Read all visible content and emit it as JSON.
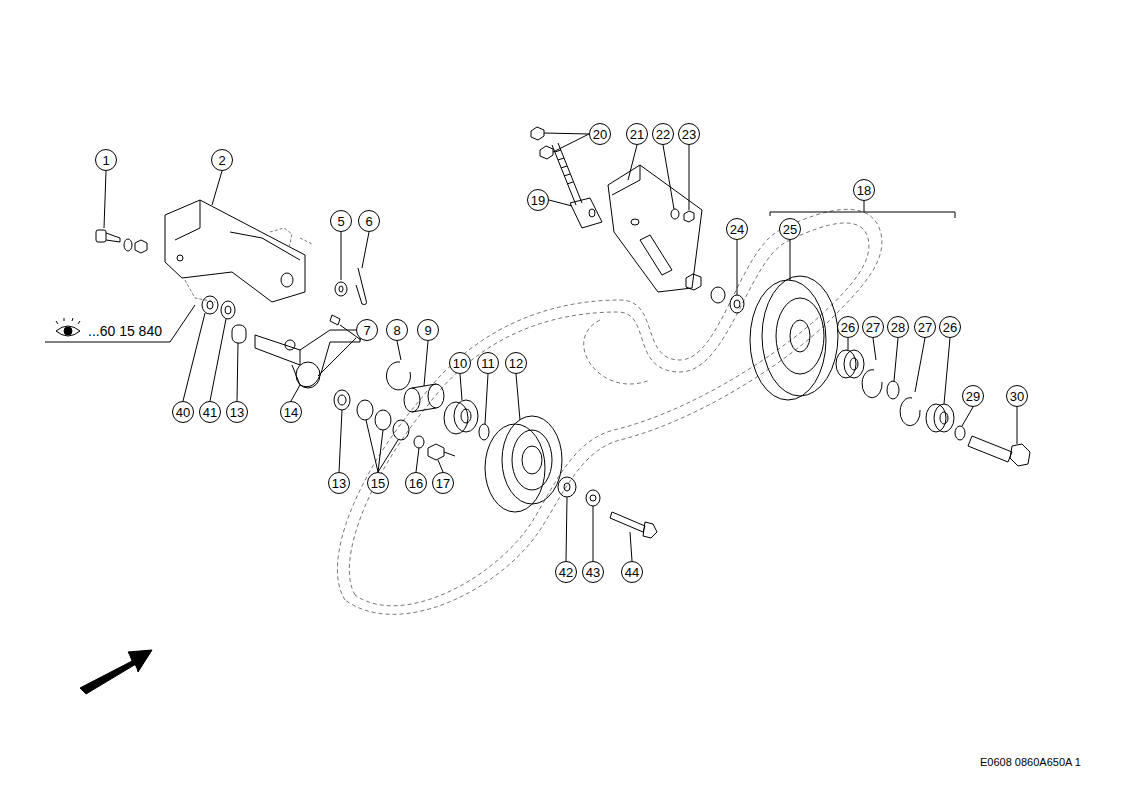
{
  "diagram": {
    "nodes": [
      {
        "text": [
          "20"
        ]
      },
      {
        "text": [
          "21"
        ]
      },
      {
        "text": [
          "22"
        ]
      },
      {
        "text": [
          "23"
        ]
      },
      {
        "text": [
          "1"
        ]
      },
      {
        "text": [
          "2"
        ]
      },
      {
        "text": [
          "18"
        ]
      },
      {
        "text": [
          "19"
        ]
      },
      {
        "text": [
          "5"
        ]
      },
      {
        "text": [
          "6"
        ]
      },
      {
        "text": [
          "24"
        ]
      },
      {
        "text": [
          "25"
        ]
      },
      {
        "text": [
          "26"
        ]
      },
      {
        "text": [
          "27"
        ]
      },
      {
        "text": [
          "28"
        ]
      },
      {
        "text": [
          "27"
        ]
      },
      {
        "text": [
          "26"
        ]
      },
      {
        "text": [
          "7"
        ]
      },
      {
        "text": [
          "8"
        ]
      },
      {
        "text": [
          "9"
        ]
      },
      {
        "text": [
          "10"
        ]
      },
      {
        "text": [
          "11"
        ]
      },
      {
        "text": [
          "12"
        ]
      },
      {
        "text": [
          "29"
        ]
      },
      {
        "text": [
          "30"
        ]
      },
      {
        "text": [
          "40"
        ]
      },
      {
        "text": [
          "41"
        ]
      },
      {
        "text": [
          "13"
        ]
      },
      {
        "text": [
          "14"
        ]
      },
      {
        "text": [
          "13"
        ]
      },
      {
        "text": [
          "15"
        ]
      },
      {
        "text": [
          "16"
        ]
      },
      {
        "text": [
          "17"
        ]
      },
      {
        "text": [
          "42"
        ]
      },
      {
        "text": [
          "43"
        ]
      },
      {
        "text": [
          "44"
        ]
      }
    ],
    "labels": [
      "...60 15 840",
      "E0608 0860A650A 1"
    ]
  }
}
